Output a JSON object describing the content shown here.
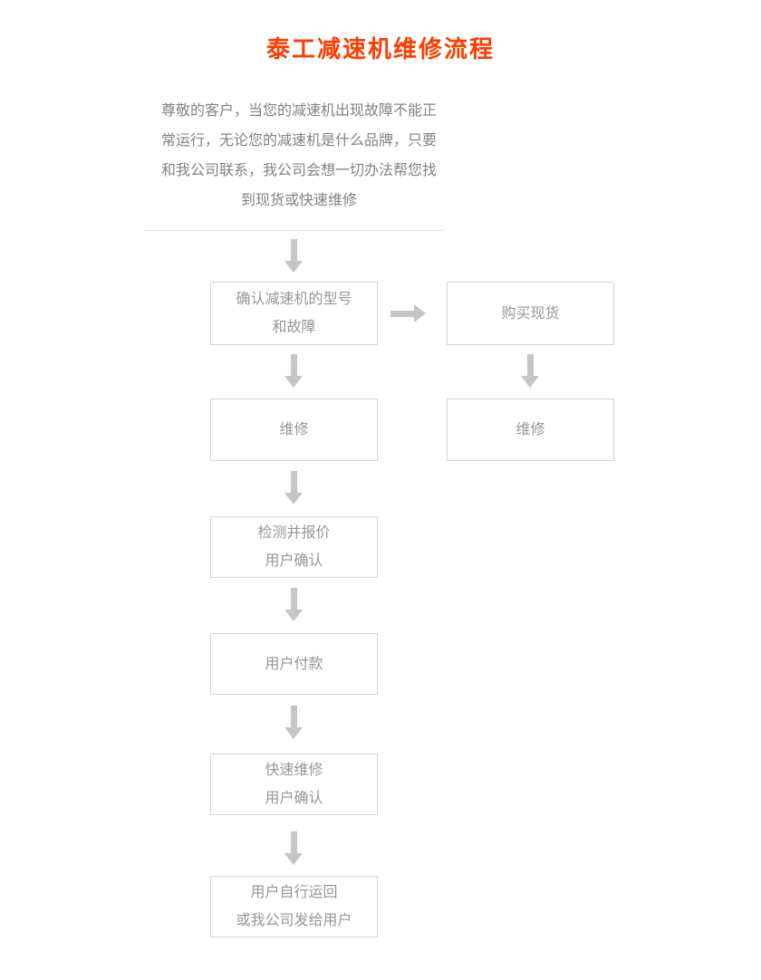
{
  "header": {
    "title": "泰工减速机维修流程"
  },
  "intro": {
    "lines": [
      "尊敬的客户，当您的减速机出现故障不能正",
      "常运行，无论您的减速机是什么品牌，只要",
      "和我公司联系，我公司会想一切办法帮您找",
      "到现货或快速维修"
    ],
    "full_text": "尊敬的客户，当您的减速机出现故障不能正常运行，无论您的减速机是什么品牌，只要和我公司联系，我公司会想一切办法帮您找到现货或快速维修"
  },
  "flowchart": {
    "nodes": [
      {
        "id": "confirm-model",
        "lines": [
          "确认减速机的型号",
          "和故障"
        ]
      },
      {
        "id": "buy-stock",
        "lines": [
          "购买现货"
        ]
      },
      {
        "id": "repair-left",
        "lines": [
          "维修"
        ]
      },
      {
        "id": "repair-right",
        "lines": [
          "维修"
        ]
      },
      {
        "id": "inspect-quote",
        "lines": [
          "检测并报价",
          "用户确认"
        ]
      },
      {
        "id": "payment",
        "lines": [
          "用户付款"
        ]
      },
      {
        "id": "fast-repair",
        "lines": [
          "快速维修",
          "用户确认"
        ]
      },
      {
        "id": "return-delivery",
        "lines": [
          "用户自行运回",
          "或我公司发给用户"
        ]
      }
    ],
    "edges": [
      {
        "from": "intro",
        "to": "confirm-model",
        "direction": "down"
      },
      {
        "from": "confirm-model",
        "to": "buy-stock",
        "direction": "right"
      },
      {
        "from": "confirm-model",
        "to": "repair-left",
        "direction": "down"
      },
      {
        "from": "buy-stock",
        "to": "repair-right",
        "direction": "down"
      },
      {
        "from": "repair-left",
        "to": "inspect-quote",
        "direction": "down"
      },
      {
        "from": "inspect-quote",
        "to": "payment",
        "direction": "down"
      },
      {
        "from": "payment",
        "to": "fast-repair",
        "direction": "down"
      },
      {
        "from": "fast-repair",
        "to": "return-delivery",
        "direction": "down"
      }
    ]
  },
  "colors": {
    "title_accent": "#ff3c00",
    "body_text": "#828282",
    "node_text": "#969696",
    "node_border": "#d5d5d5",
    "arrow": "#c5c5c5",
    "divider": "#dcdcdc",
    "background": "#ffffff"
  }
}
